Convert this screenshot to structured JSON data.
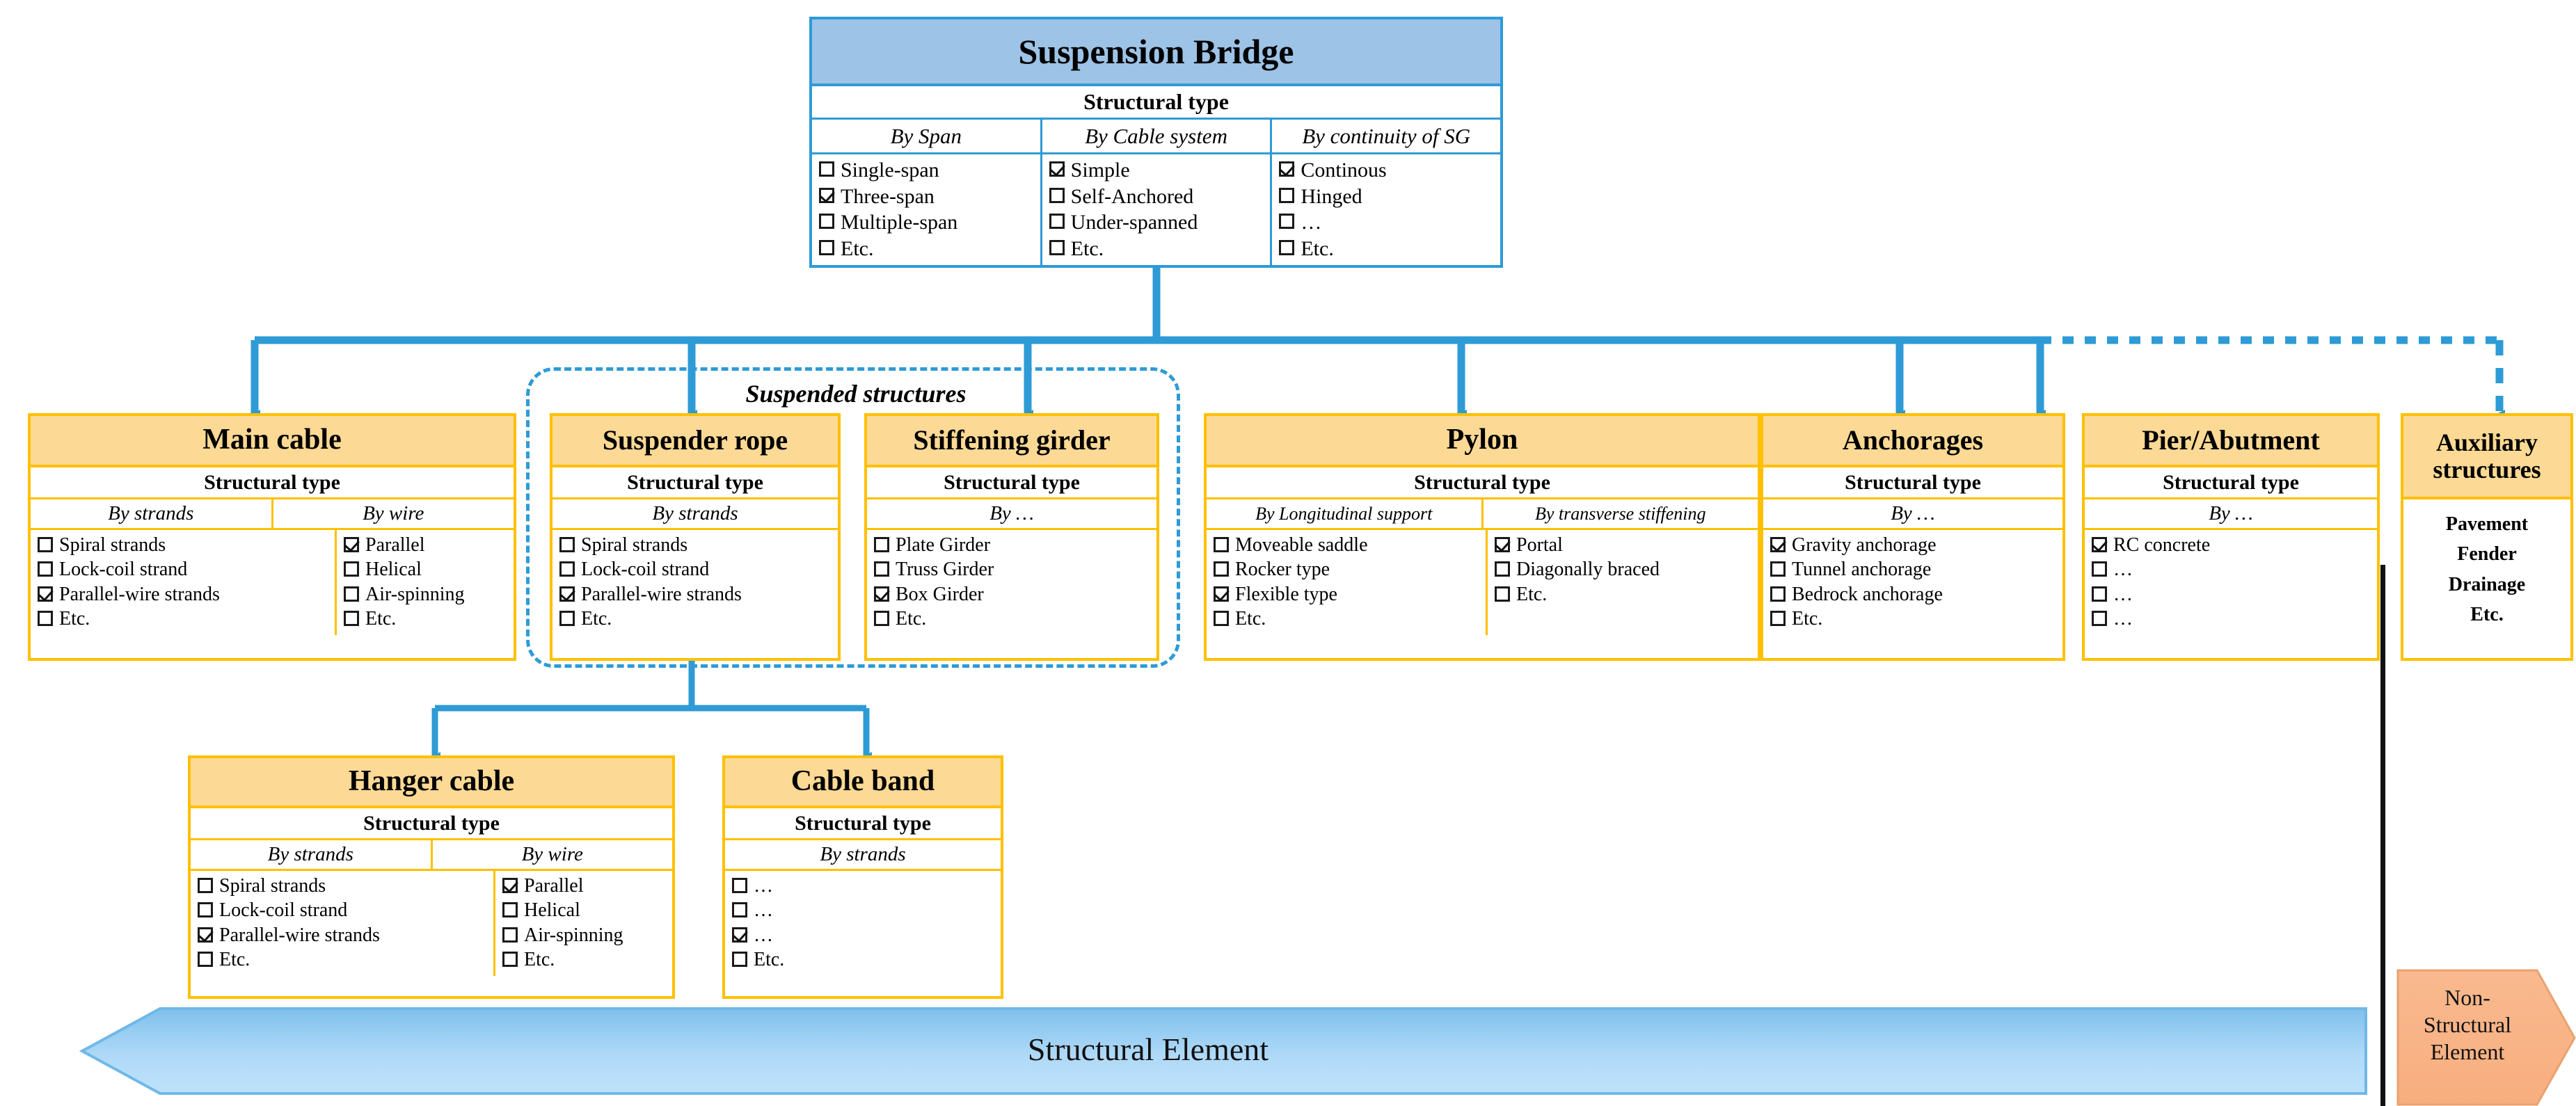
{
  "root": {
    "title": "Suspension Bridge",
    "subtitle": "Structural type",
    "columns": [
      {
        "header": "By Span",
        "options": [
          {
            "label": "Single-span",
            "checked": false
          },
          {
            "label": "Three-span",
            "checked": true
          },
          {
            "label": "Multiple-span",
            "checked": false
          },
          {
            "label": "Etc.",
            "checked": false
          }
        ]
      },
      {
        "header": "By Cable system",
        "options": [
          {
            "label": "Simple",
            "checked": true
          },
          {
            "label": "Self-Anchored",
            "checked": false
          },
          {
            "label": "Under-spanned",
            "checked": false
          },
          {
            "label": "Etc.",
            "checked": false
          }
        ]
      },
      {
        "header": "By continuity of SG",
        "options": [
          {
            "label": "Continous",
            "checked": true
          },
          {
            "label": "Hinged",
            "checked": false
          },
          {
            "label": "…",
            "checked": false
          },
          {
            "label": "Etc.",
            "checked": false
          }
        ]
      }
    ]
  },
  "group": {
    "label": "Suspended structures"
  },
  "main_cable": {
    "title": "Main cable",
    "subtitle": "Structural type",
    "columns": [
      {
        "header": "By strands",
        "options": [
          {
            "label": "Spiral strands",
            "checked": false
          },
          {
            "label": "Lock-coil strand",
            "checked": false
          },
          {
            "label": "Parallel-wire strands",
            "checked": true
          },
          {
            "label": "Etc.",
            "checked": false
          }
        ]
      },
      {
        "header": "By wire",
        "options": [
          {
            "label": "Parallel",
            "checked": true
          },
          {
            "label": "Helical",
            "checked": false
          },
          {
            "label": "Air-spinning",
            "checked": false
          },
          {
            "label": "Etc.",
            "checked": false
          }
        ]
      }
    ]
  },
  "suspender_rope": {
    "title": "Suspender rope",
    "subtitle": "Structural type",
    "columns": [
      {
        "header": "By strands",
        "options": [
          {
            "label": "Spiral strands",
            "checked": false
          },
          {
            "label": "Lock-coil strand",
            "checked": false
          },
          {
            "label": "Parallel-wire strands",
            "checked": true
          },
          {
            "label": "Etc.",
            "checked": false
          }
        ]
      }
    ]
  },
  "stiffening_girder": {
    "title": "Stiffening girder",
    "subtitle": "Structural type",
    "columns": [
      {
        "header": "By …",
        "options": [
          {
            "label": "Plate Girder",
            "checked": false
          },
          {
            "label": "Truss Girder",
            "checked": false
          },
          {
            "label": "Box Girder",
            "checked": true
          },
          {
            "label": "Etc.",
            "checked": false
          }
        ]
      }
    ]
  },
  "pylon": {
    "title": "Pylon",
    "subtitle": "Structural type",
    "columns": [
      {
        "header": "By Longitudinal support",
        "options": [
          {
            "label": "Moveable saddle",
            "checked": false
          },
          {
            "label": "Rocker type",
            "checked": false
          },
          {
            "label": "Flexible type",
            "checked": true
          },
          {
            "label": "Etc.",
            "checked": false
          }
        ]
      },
      {
        "header": "By transverse stiffening",
        "options": [
          {
            "label": "Portal",
            "checked": true
          },
          {
            "label": "Diagonally braced",
            "checked": false
          },
          {
            "label": "Etc.",
            "checked": false
          }
        ]
      }
    ]
  },
  "anchorages": {
    "title": "Anchorages",
    "subtitle": "Structural type",
    "columns": [
      {
        "header": "By …",
        "options": [
          {
            "label": "Gravity anchorage",
            "checked": true
          },
          {
            "label": "Tunnel anchorage",
            "checked": false
          },
          {
            "label": "Bedrock anchorage",
            "checked": false
          },
          {
            "label": "Etc.",
            "checked": false
          }
        ]
      }
    ]
  },
  "pier_abutment": {
    "title": "Pier/Abutment",
    "subtitle": "Structural type",
    "columns": [
      {
        "header": "By …",
        "options": [
          {
            "label": "RC concrete",
            "checked": true
          },
          {
            "label": "…",
            "checked": false
          },
          {
            "label": "…",
            "checked": false
          },
          {
            "label": "…",
            "checked": false
          }
        ]
      }
    ]
  },
  "auxiliary": {
    "title": "Auxiliary structures",
    "body_lines": [
      "Pavement",
      "Fender",
      "Drainage",
      "Etc."
    ]
  },
  "hanger_cable": {
    "title": "Hanger cable",
    "subtitle": "Structural type",
    "columns": [
      {
        "header": "By strands",
        "options": [
          {
            "label": "Spiral strands",
            "checked": false
          },
          {
            "label": "Lock-coil strand",
            "checked": false
          },
          {
            "label": "Parallel-wire strands",
            "checked": true
          },
          {
            "label": "Etc.",
            "checked": false
          }
        ]
      },
      {
        "header": "By wire",
        "options": [
          {
            "label": "Parallel",
            "checked": true
          },
          {
            "label": "Helical",
            "checked": false
          },
          {
            "label": "Air-spinning",
            "checked": false
          },
          {
            "label": "Etc.",
            "checked": false
          }
        ]
      }
    ]
  },
  "cable_band": {
    "title": "Cable band",
    "subtitle": "Structural type",
    "columns": [
      {
        "header": "By strands",
        "options": [
          {
            "label": "…",
            "checked": false
          },
          {
            "label": "…",
            "checked": false
          },
          {
            "label": "…",
            "checked": true
          },
          {
            "label": "Etc.",
            "checked": false
          }
        ]
      }
    ]
  },
  "banner": {
    "label": "Structural  Element"
  },
  "non_structural": {
    "lines": [
      "Non-",
      "Structural",
      "Element"
    ]
  },
  "colors": {
    "accent_blue": "#2E9BD6",
    "header_yellow": "#FCD994",
    "border_yellow": "#FFC000",
    "root_blue": "#9DC3E6",
    "banner_blue": "#A6D3F2",
    "orange": "#F7B183"
  }
}
